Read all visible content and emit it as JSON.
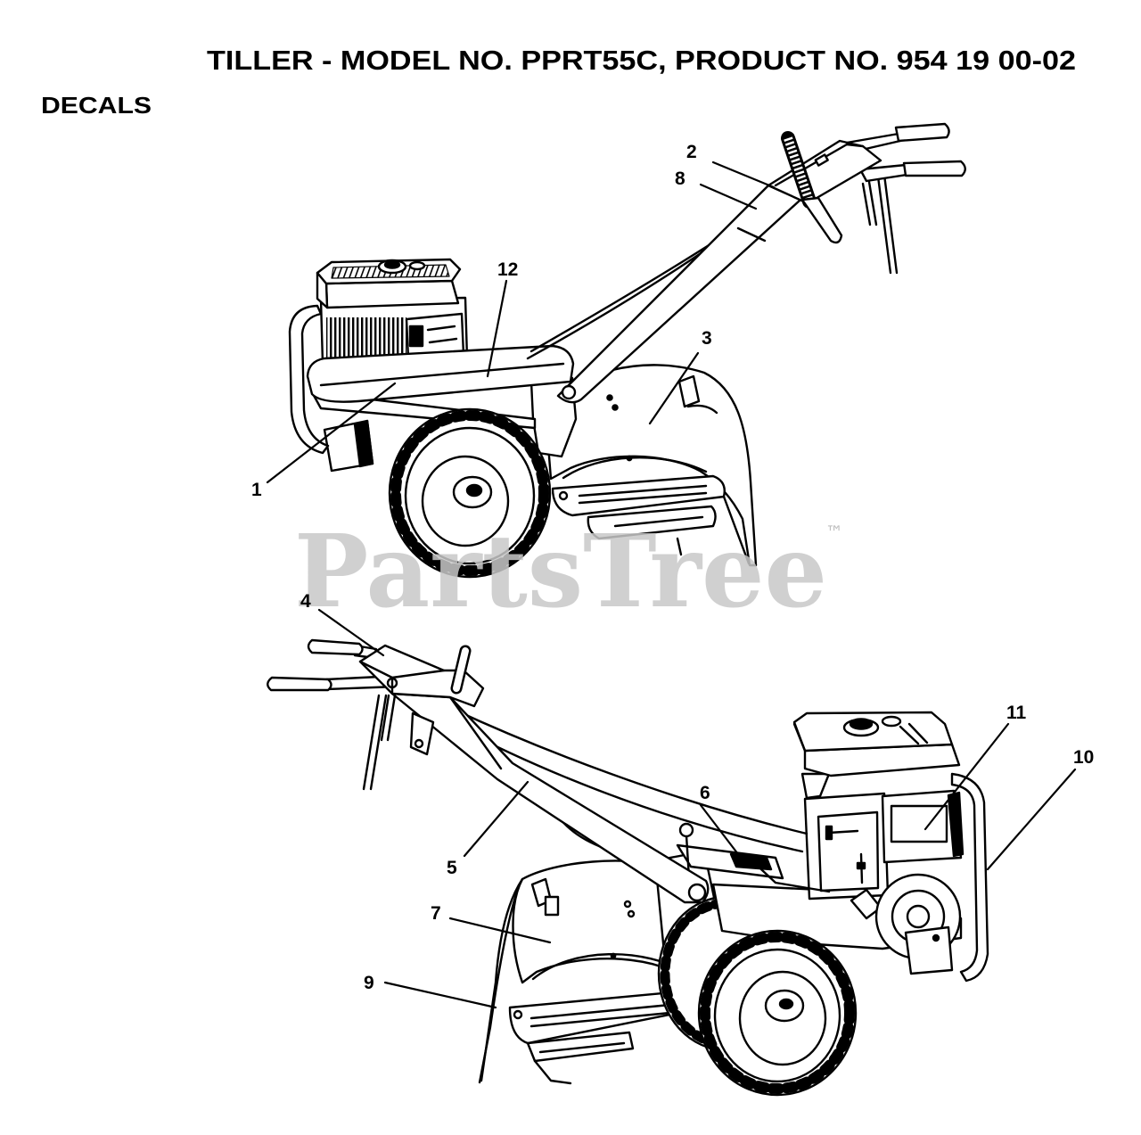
{
  "title": "TILLER - MODEL NO. PPRT55C, PRODUCT NO. 954 19 00-02",
  "section_heading": "DECALS",
  "callouts": [
    "1",
    "2",
    "3",
    "4",
    "5",
    "6",
    "7",
    "8",
    "9",
    "10",
    "11",
    "12"
  ],
  "watermark": {
    "text": "PartsTree",
    "trademark": "™"
  },
  "colors": {
    "line": "#000000",
    "watermark": "#c8c8c8",
    "background": "#ffffff"
  }
}
